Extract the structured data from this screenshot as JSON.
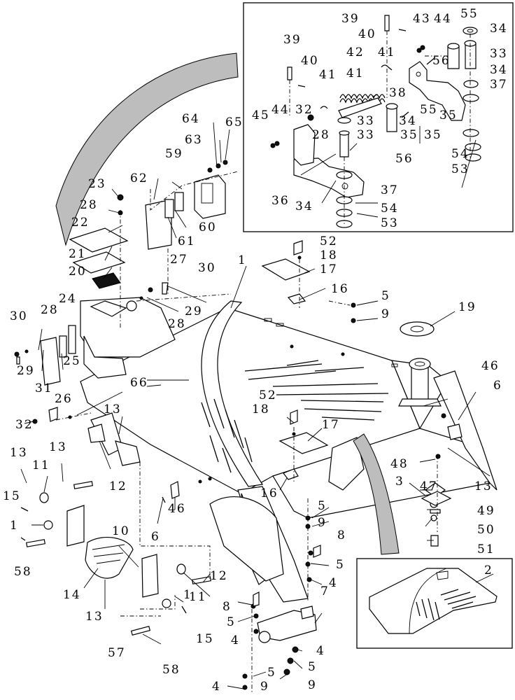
{
  "callouts": [
    "1",
    "2",
    "3",
    "4",
    "5",
    "6",
    "7",
    "8",
    "9",
    "10",
    "11",
    "12",
    "13",
    "14",
    "15",
    "16",
    "17",
    "18",
    "19",
    "20",
    "21",
    "22",
    "23",
    "24",
    "25",
    "26",
    "27",
    "28",
    "29",
    "30",
    "31",
    "32",
    "33",
    "34",
    "35",
    "36",
    "37",
    "38",
    "39",
    "40",
    "41",
    "42",
    "43",
    "44",
    "45",
    "46",
    "47",
    "48",
    "49",
    "50",
    "51",
    "52",
    "53",
    "54",
    "55",
    "56",
    "57",
    "58",
    "59",
    "60",
    "61",
    "62",
    "63",
    "64",
    "65",
    "66"
  ],
  "colors": {
    "line": "#000000",
    "fill": "#ffffff",
    "shade": "#bdbdbd"
  }
}
